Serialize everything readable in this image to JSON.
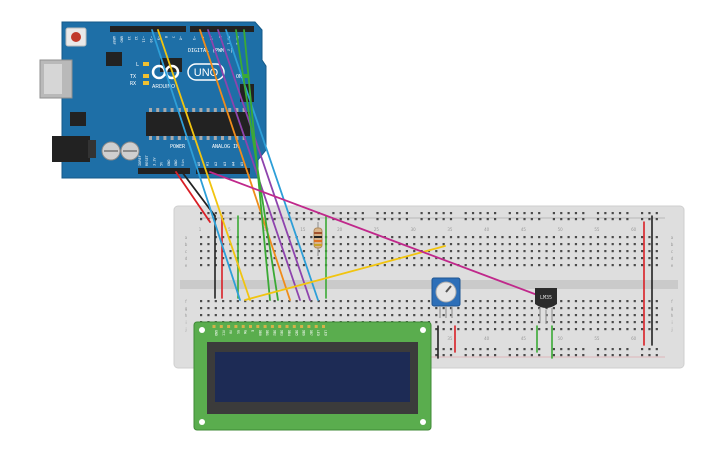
{
  "board": {
    "brand": "UNO",
    "maker": "ARDUINO",
    "digital_label": "DIGITAL (PWM ~)",
    "analog_label": "ANALOG IN",
    "power_label": "POWER",
    "led_labels": [
      "L",
      "TX",
      "RX"
    ],
    "on_label": "ON",
    "header_top": [
      "AREF",
      "GND",
      "13",
      "12",
      "~11",
      "~10",
      "~9",
      "8",
      "7",
      "~6",
      "~5",
      "4",
      "~3",
      "2",
      "TX 1",
      "RX 0"
    ],
    "header_power": [
      "IOREF",
      "RESET",
      "3.3V",
      "5V",
      "GND",
      "GND",
      "Vin"
    ],
    "header_analog": [
      "A0",
      "A1",
      "A2",
      "A3",
      "A4",
      "A5"
    ]
  },
  "breadboard": {
    "col_numbers": [
      "1",
      "5",
      "10",
      "15",
      "20",
      "25",
      "30",
      "35",
      "40",
      "45",
      "50",
      "55",
      "60"
    ],
    "row_letters_top": [
      "a",
      "b",
      "c",
      "d",
      "e"
    ],
    "row_letters_bottom": [
      "f",
      "g",
      "h",
      "i",
      "j"
    ]
  },
  "sensor": {
    "label": "LM35"
  },
  "lcd": {
    "pin_labels": [
      "GND",
      "VCC",
      "V0",
      "RS",
      "RW",
      "E",
      "DB0",
      "DB1",
      "DB2",
      "DB3",
      "DB4",
      "DB5",
      "DB6",
      "DB7",
      "LED",
      "LED"
    ]
  },
  "colors": {
    "board": "#1e6fa7",
    "breadboard": "#dedede",
    "lcd_pcb": "#5aad4e",
    "lcd_screen": "#1d2b55",
    "wire_red": "#d91f26",
    "wire_black": "#222222",
    "wire_yellow": "#f1c40f",
    "wire_blue": "#2d9fd8",
    "wire_orange": "#f08c1a",
    "wire_purple": "#8e44ad",
    "wire_green": "#3aaa35",
    "wire_magenta": "#c0288b"
  }
}
